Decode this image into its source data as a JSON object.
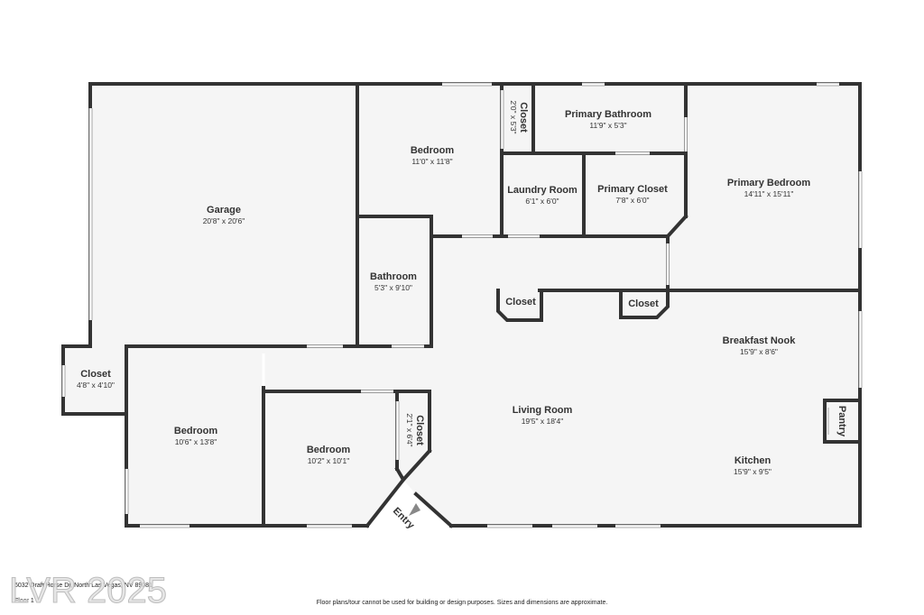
{
  "rooms": [
    {
      "id": "garage",
      "name": "Garage",
      "dims": "20'8\" x 20'6\""
    },
    {
      "id": "bedroom-top",
      "name": "Bedroom",
      "dims": "11'0\" x 11'8\""
    },
    {
      "id": "closet-top",
      "name": "Closet",
      "dims": "2'0\" x 5'3\""
    },
    {
      "id": "primary-bathroom",
      "name": "Primary Bathroom",
      "dims": "11'9\" x 5'3\""
    },
    {
      "id": "primary-bedroom",
      "name": "Primary Bedroom",
      "dims": "14'11\" x 15'11\""
    },
    {
      "id": "laundry-room",
      "name": "Laundry Room",
      "dims": "6'1\" x 6'0\""
    },
    {
      "id": "primary-closet",
      "name": "Primary Closet",
      "dims": "7'8\" x 6'0\""
    },
    {
      "id": "bathroom",
      "name": "Bathroom",
      "dims": "5'3\" x 9'10\""
    },
    {
      "id": "closet-hall-1",
      "name": "Closet",
      "dims": ""
    },
    {
      "id": "closet-hall-2",
      "name": "Closet",
      "dims": ""
    },
    {
      "id": "breakfast-nook",
      "name": "Breakfast Nook",
      "dims": "15'9\" x 8'6\""
    },
    {
      "id": "closet-left",
      "name": "Closet",
      "dims": "4'8\" x 4'10\""
    },
    {
      "id": "bedroom-left",
      "name": "Bedroom",
      "dims": "10'6\" x 13'8\""
    },
    {
      "id": "bedroom-mid",
      "name": "Bedroom",
      "dims": "10'2\" x 10'1\""
    },
    {
      "id": "closet-mid",
      "name": "Closet",
      "dims": "2'1\" x 6'4\""
    },
    {
      "id": "living-room",
      "name": "Living Room",
      "dims": "19'5\" x 18'4\""
    },
    {
      "id": "pantry",
      "name": "Pantry",
      "dims": ""
    },
    {
      "id": "kitchen",
      "name": "Kitchen",
      "dims": "15'9\" x 9'5\""
    }
  ],
  "entry_label": "Entry",
  "footer": {
    "address": "6032 Draft Horse Dr, North Las Vegas, NV 89081",
    "floor": "Floor 1",
    "disclaimer": "Floor plans/tour cannot be used for building or design purposes. Sizes and dimensions are approximate."
  },
  "watermark": "LVR 2025",
  "colors": {
    "wall": "#333333",
    "floor": "#f5f5f5",
    "window": "#b9b9b9"
  }
}
